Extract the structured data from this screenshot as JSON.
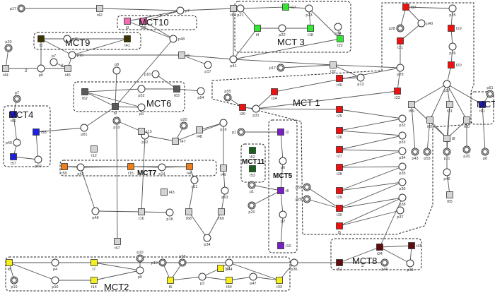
{
  "colors": {
    "pink": "#ef6fb4",
    "dark_olive": "#3b3300",
    "green": "#33e833",
    "gray": "#d4d4d4",
    "dark_gray": "#5a5a5a",
    "red": "#ee1111",
    "blue": "#1f1fe0",
    "orange": "#ee7f1a",
    "dark_green": "#17601a",
    "purple": "#7a1ec8",
    "dark_red": "#620d0d",
    "yellow": "#f5f01c"
  },
  "modules": [
    {
      "id": "MCT10",
      "label": "MCT10",
      "style": "big"
    },
    {
      "id": "MCT9",
      "label": "MCT9",
      "style": "big"
    },
    {
      "id": "MCT3",
      "label": "MCT 3",
      "style": "big"
    },
    {
      "id": "MCT6",
      "label": "MCT6",
      "style": "big"
    },
    {
      "id": "MCT4L",
      "label": "MCT4",
      "style": "big"
    },
    {
      "id": "MCT4R",
      "label": "MCT4",
      "style": "big"
    },
    {
      "id": "MCT1",
      "label": "MCT 1",
      "style": "big"
    },
    {
      "id": "MCT7",
      "label": "MCT7",
      "style": "bigb"
    },
    {
      "id": "MCT11",
      "label": "MCT11",
      "style": "bigb"
    },
    {
      "id": "MCT5",
      "label": "MCT5",
      "style": "bigb"
    },
    {
      "id": "MCT8",
      "label": "MCT8",
      "style": "big"
    },
    {
      "id": "MCT2",
      "label": "MCT2",
      "style": "big"
    }
  ],
  "places": [
    {
      "id": "p17a",
      "label": "p17",
      "marked": true
    },
    {
      "id": "p7a",
      "label": "p7"
    },
    {
      "id": "p48",
      "label": "p48"
    },
    {
      "id": "p20a",
      "label": "p20",
      "marked": true
    },
    {
      "id": "p0",
      "label": "p0"
    },
    {
      "id": "p15",
      "label": "p15"
    },
    {
      "id": "p16a",
      "label": "p16"
    },
    {
      "id": "p7b",
      "label": "p7"
    },
    {
      "id": "p17b",
      "label": "p17"
    },
    {
      "id": "p21",
      "label": "p21"
    },
    {
      "id": "p22",
      "label": "p22"
    },
    {
      "id": "p23",
      "label": "p23"
    },
    {
      "id": "p24",
      "label": "p24"
    },
    {
      "id": "p41",
      "label": "p41"
    },
    {
      "id": "p28a",
      "label": "p28",
      "marked": true
    },
    {
      "id": "p40",
      "label": "p40"
    },
    {
      "id": "p25",
      "label": "p25"
    },
    {
      "id": "p26",
      "label": "p26"
    },
    {
      "id": "p17c",
      "label": "p17",
      "marked": true
    },
    {
      "id": "p13",
      "label": "p13"
    },
    {
      "id": "p29",
      "label": "p29"
    },
    {
      "id": "p7c",
      "label": "p7",
      "marked": true
    },
    {
      "id": "p49",
      "label": "p49"
    },
    {
      "id": "p60",
      "label": "p60"
    },
    {
      "id": "p9",
      "label": "p9"
    },
    {
      "id": "p52",
      "label": "p52"
    },
    {
      "id": "p18a",
      "label": "p18"
    },
    {
      "id": "p54",
      "label": "p54"
    },
    {
      "id": "p55a",
      "label": "p55",
      "marked": true
    },
    {
      "id": "p31",
      "label": "p31"
    },
    {
      "id": "p51",
      "label": "p51",
      "marked": true
    },
    {
      "id": "p27",
      "label": "p27"
    },
    {
      "id": "p8",
      "label": "p8"
    },
    {
      "id": "p10",
      "label": "p10",
      "marked": true
    },
    {
      "id": "p20b",
      "label": "p20",
      "marked": true
    },
    {
      "id": "p12",
      "label": "p12"
    },
    {
      "id": "p16b",
      "label": "p16"
    },
    {
      "id": "p81",
      "label": "p81"
    },
    {
      "id": "p1a",
      "label": "p1",
      "marked": true
    },
    {
      "id": "p6",
      "label": "p6"
    },
    {
      "id": "p32",
      "label": "p32"
    },
    {
      "id": "p33",
      "label": "p33"
    },
    {
      "id": "p34",
      "label": "p34"
    },
    {
      "id": "p35",
      "label": "p35"
    },
    {
      "id": "p36",
      "label": "p36"
    },
    {
      "id": "p37",
      "label": "p37"
    },
    {
      "id": "p38",
      "label": "p38"
    },
    {
      "id": "p43",
      "label": "p43",
      "marked": true
    },
    {
      "id": "p53",
      "label": "p53",
      "marked": true
    },
    {
      "id": "p11a",
      "label": "p11",
      "marked": true
    },
    {
      "id": "p20c",
      "label": "p20",
      "marked": true
    },
    {
      "id": "p8b",
      "label": "p8",
      "marked": true
    },
    {
      "id": "p42",
      "label": "p42"
    },
    {
      "id": "p14",
      "label": "p14"
    },
    {
      "id": "p11b",
      "label": "p11"
    },
    {
      "id": "p63",
      "label": "p63"
    },
    {
      "id": "p1b",
      "label": "p1",
      "marked": true
    },
    {
      "id": "p2",
      "label": "p2"
    },
    {
      "id": "p20d",
      "label": "p20",
      "marked": true
    },
    {
      "id": "p55b",
      "label": "p55",
      "marked": true
    },
    {
      "id": "p28b",
      "label": "p28",
      "marked": true
    },
    {
      "id": "p46a",
      "label": "p46"
    },
    {
      "id": "p48b",
      "label": "p48"
    },
    {
      "id": "p18b",
      "label": "p18"
    },
    {
      "id": "p34b",
      "label": "p34"
    },
    {
      "id": "p39",
      "label": "p39"
    },
    {
      "id": "p46b",
      "label": "p46",
      "marked": true
    },
    {
      "id": "p4",
      "label": "p4"
    },
    {
      "id": "p5",
      "label": "p5"
    },
    {
      "id": "p10b",
      "label": "p10",
      "marked": true
    },
    {
      "id": "p19a",
      "label": "p19",
      "marked": true
    },
    {
      "id": "p55c",
      "label": "p55",
      "marked": true
    },
    {
      "id": "p44",
      "label": "p44"
    },
    {
      "id": "p3",
      "label": "p3"
    },
    {
      "id": "p47",
      "label": "p47"
    },
    {
      "id": "p36b",
      "label": "p36"
    },
    {
      "id": "p19b",
      "label": "p19",
      "marked": true
    },
    {
      "id": "p16c",
      "label": "p16"
    }
  ],
  "transitions": [
    {
      "id": "t42",
      "label": "t42",
      "color": "gray"
    },
    {
      "id": "t3",
      "label": "t3",
      "color": "pink"
    },
    {
      "id": "t39",
      "label": "t39",
      "color": "pink"
    },
    {
      "id": "t64",
      "label": "t64",
      "color": "gray"
    },
    {
      "id": "t0",
      "label": "t0",
      "color": "dark_olive"
    },
    {
      "id": "t41",
      "label": "t41",
      "color": "dark_olive"
    },
    {
      "id": "t44",
      "label": "t44",
      "color": "gray"
    },
    {
      "id": "t45",
      "label": "t45",
      "color": "gray"
    },
    {
      "id": "t1",
      "label": "t1",
      "color": "gray"
    },
    {
      "id": "t17",
      "label": "t17",
      "color": "green"
    },
    {
      "id": "t4",
      "label": "t4",
      "color": "green"
    },
    {
      "id": "t18",
      "label": "t18",
      "color": "green"
    },
    {
      "id": "t22",
      "label": "t22",
      "color": "green"
    },
    {
      "id": "t37",
      "label": "t37",
      "color": "red"
    },
    {
      "id": "t31",
      "label": "t31",
      "color": "red"
    },
    {
      "id": "t19",
      "label": "t19",
      "color": "red"
    },
    {
      "id": "t20",
      "label": "t20",
      "color": "red"
    },
    {
      "id": "t32",
      "label": "t32",
      "color": "gray"
    },
    {
      "id": "t40",
      "label": "t40",
      "color": "red"
    },
    {
      "id": "t23",
      "label": "t23",
      "color": "red"
    },
    {
      "id": "t56",
      "label": "t56",
      "color": "blue"
    },
    {
      "id": "t58",
      "label": "t58",
      "color": "blue"
    },
    {
      "id": "t57",
      "label": "t57",
      "color": "blue"
    },
    {
      "id": "t62",
      "label": "t62",
      "color": "dark_gray"
    },
    {
      "id": "t63",
      "label": "t63",
      "color": "dark_gray"
    },
    {
      "id": "t9",
      "label": "t9",
      "color": "dark_gray"
    },
    {
      "id": "t24",
      "label": "t24",
      "color": "red"
    },
    {
      "id": "t30",
      "label": "t30",
      "color": "red"
    },
    {
      "id": "t61",
      "label": "t61",
      "color": "blue"
    },
    {
      "id": "t59",
      "label": "t59",
      "color": "gray"
    },
    {
      "id": "t66",
      "label": "t66",
      "color": "gray"
    },
    {
      "id": "t21",
      "label": "t21",
      "color": "gray"
    },
    {
      "id": "t60",
      "label": "t60",
      "color": "gray"
    },
    {
      "id": "t8",
      "label": "t8",
      "color": "gray"
    },
    {
      "id": "t65",
      "label": "t65",
      "color": "gray"
    },
    {
      "id": "t13",
      "label": "t13",
      "color": "gray"
    },
    {
      "id": "t12",
      "label": "t12",
      "color": "gray"
    },
    {
      "id": "t47",
      "label": "t47",
      "color": "gray"
    },
    {
      "id": "t48",
      "label": "t48",
      "color": "gray"
    },
    {
      "id": "t2",
      "label": "t2",
      "color": "purple"
    },
    {
      "id": "t52",
      "label": "t52",
      "color": "dark_green"
    },
    {
      "id": "t53",
      "label": "t53",
      "color": "dark_green"
    },
    {
      "id": "t25",
      "label": "t25",
      "color": "red"
    },
    {
      "id": "t26",
      "label": "t26",
      "color": "red"
    },
    {
      "id": "t27",
      "label": "t27",
      "color": "red"
    },
    {
      "id": "t28",
      "label": "t28",
      "color": "red"
    },
    {
      "id": "t29",
      "label": "t29",
      "color": "red"
    },
    {
      "id": "t30b",
      "label": "t30",
      "color": "red"
    },
    {
      "id": "t5",
      "label": "t5",
      "color": "red"
    },
    {
      "id": "t55",
      "label": "t55",
      "color": "orange"
    },
    {
      "id": "t15",
      "label": "t15",
      "color": "orange"
    },
    {
      "id": "t46",
      "label": "t46",
      "color": "orange"
    },
    {
      "id": "t49",
      "label": "t49",
      "color": "gray"
    },
    {
      "id": "t43",
      "label": "t43",
      "color": "gray"
    },
    {
      "id": "t16",
      "label": "t16",
      "color": "gray"
    },
    {
      "id": "t68",
      "label": "t68",
      "color": "gray"
    },
    {
      "id": "t69",
      "label": "t69",
      "color": "gray"
    },
    {
      "id": "t67",
      "label": "t67",
      "color": "gray"
    },
    {
      "id": "t6",
      "label": "t6",
      "color": "purple"
    },
    {
      "id": "t10",
      "label": "t10",
      "color": "purple"
    },
    {
      "id": "t34",
      "label": "t34",
      "color": "dark_red"
    },
    {
      "id": "t35",
      "label": "t35",
      "color": "dark_red"
    },
    {
      "id": "t51",
      "label": "t51",
      "color": "dark_red"
    },
    {
      "id": "t7",
      "label": "t7",
      "color": "yellow"
    },
    {
      "id": "t14",
      "label": "t14",
      "color": "yellow"
    },
    {
      "id": "t6b",
      "label": "t6",
      "color": "yellow"
    },
    {
      "id": "t11",
      "label": "t11",
      "color": "yellow"
    },
    {
      "id": "t54",
      "label": "t54",
      "color": "yellow"
    },
    {
      "id": "t33",
      "label": "t33",
      "color": "yellow"
    },
    {
      "id": "t8b",
      "label": "t8",
      "color": "yellow"
    }
  ],
  "arc_weights": [
    {
      "id": "w1",
      "label": "2"
    },
    {
      "id": "w2",
      "label": "2"
    },
    {
      "id": "w3",
      "label": "2"
    }
  ]
}
